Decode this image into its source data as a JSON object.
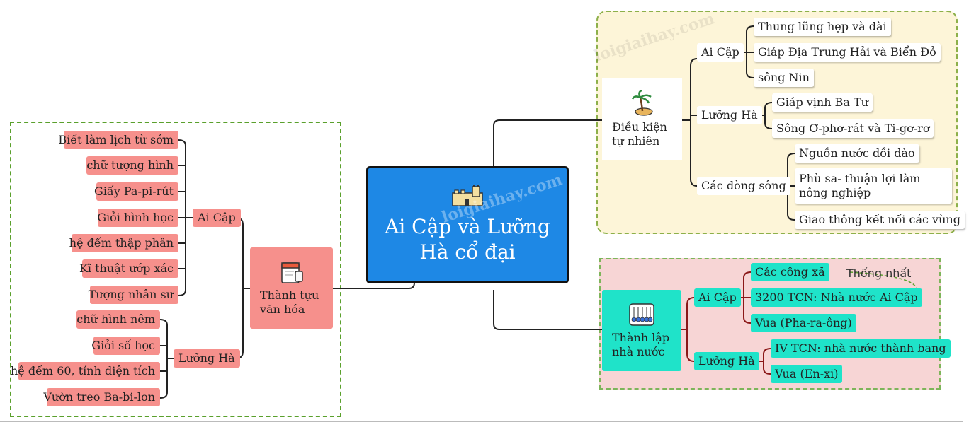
{
  "center": {
    "title": "Ai Cập và Lưỡng Hà cổ đại"
  },
  "watermark": "loigiaihay.com",
  "conditions": {
    "title": "Điều kiện tự nhiên",
    "ai_cap": {
      "label": "Ai Cập",
      "items": [
        "Thung lũng hẹp và dài",
        "Giáp Địa Trung Hải và Biển Đỏ",
        "sông Nin"
      ]
    },
    "luong_ha": {
      "label": "Lưỡng Hà",
      "items": [
        "Giáp vịnh Ba Tư",
        "Sông Ơ-phơ-rát và Ti-gơ-rơ"
      ]
    },
    "rivers": {
      "label": "Các dòng sông",
      "items": [
        "Nguồn nước dồi dào",
        "Phù sa- thuận lợi làm nông nghiệp",
        "Giao thông kết nối các vùng"
      ]
    }
  },
  "state": {
    "title": "Thành lập nhà nước",
    "ai_cap": {
      "label": "Ai Cập",
      "items": [
        "Các công xã",
        "3200 TCN: Nhà nước Ai Cập",
        "Vua (Pha-ra-ông)"
      ]
    },
    "unify_label": "Thống nhất",
    "luong_ha": {
      "label": "Lưỡng Hà",
      "items": [
        "IV TCN: nhà nước thành bang",
        "Vua (En-xi)"
      ]
    }
  },
  "culture": {
    "title": "Thành tựu văn hóa",
    "ai_cap": {
      "label": "Ai Cập",
      "items": [
        "Biết làm lịch từ sớm",
        "chữ tượng hình",
        "Giấy Pa-pi-rút",
        "Giỏi hình học",
        "hệ đếm thập phân",
        "Kĩ thuật ướp xác",
        "Tượng nhân sư"
      ]
    },
    "luong_ha": {
      "label": "Lưỡng Hà",
      "items": [
        "chữ hình nêm",
        "Giỏi số học",
        "hệ đếm 60, tính diện tích",
        "Vườn treo Ba-bi-lon"
      ]
    }
  },
  "colors": {
    "center": "#1e88e5",
    "pink": "#f6908c",
    "cyan": "#1fe3c9",
    "cream": "#fdf5d8",
    "rose": "#f7d5d5",
    "green_dash": "#5aa02c"
  },
  "icons": [
    "castle-icon",
    "palm-island-icon",
    "newtons-cradle-icon",
    "notebook-icon"
  ]
}
